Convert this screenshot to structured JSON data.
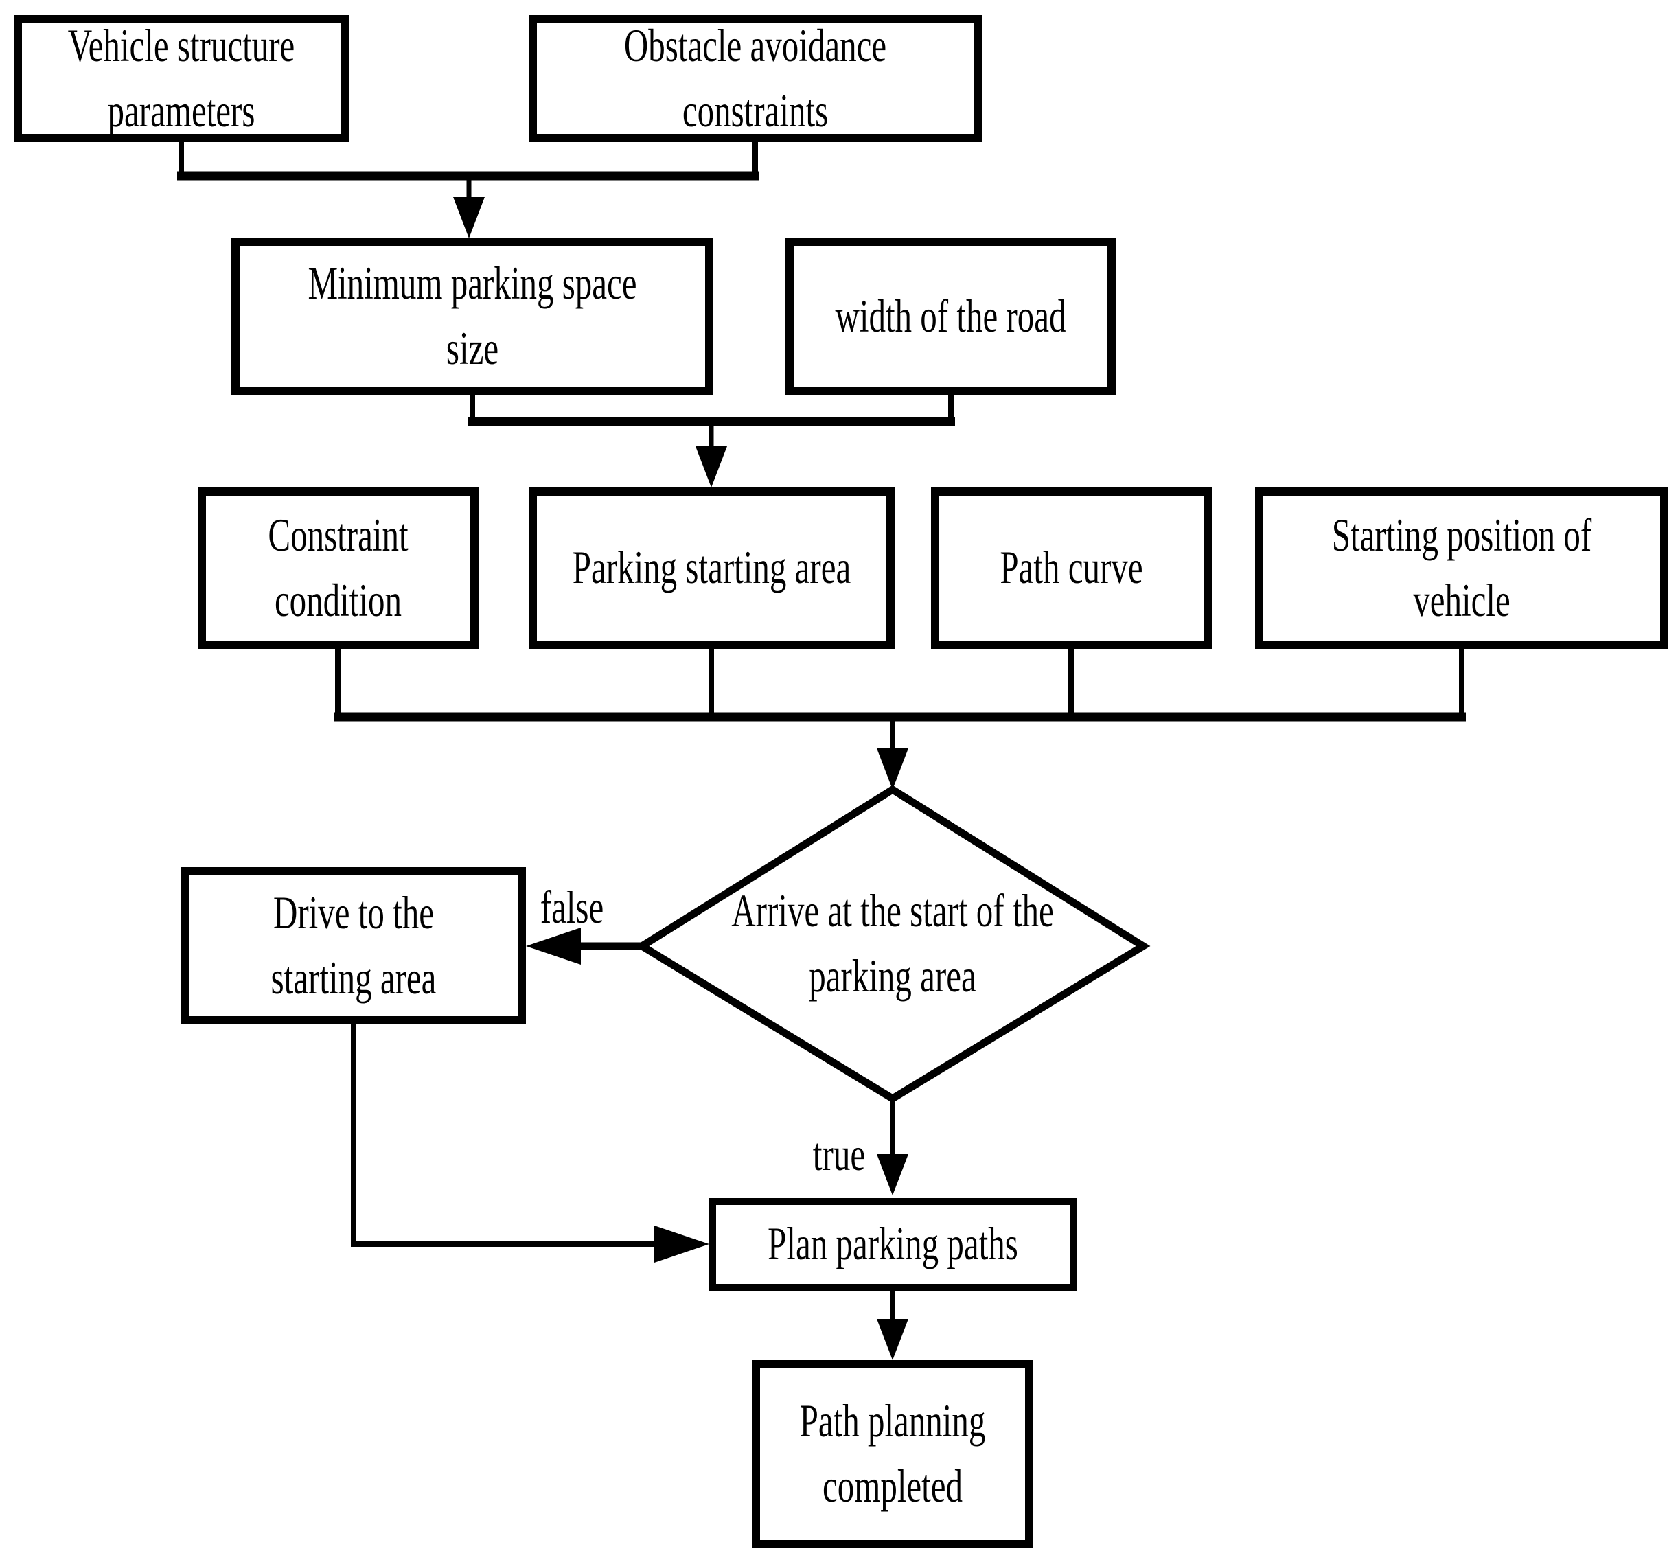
{
  "diagram": {
    "background_color": "#ffffff",
    "line_color": "#000000",
    "nodes": [
      {
        "id": "vehicle-structure-parameters",
        "shape": "rect",
        "lines": [
          "Vehicle structure",
          "parameters"
        ]
      },
      {
        "id": "obstacle-avoidance-constraints",
        "shape": "rect",
        "lines": [
          "Obstacle avoidance",
          "constraints"
        ]
      },
      {
        "id": "minimum-parking-space-size",
        "shape": "rect",
        "lines": [
          "Minimum parking space",
          "size"
        ]
      },
      {
        "id": "width-of-the-road",
        "shape": "rect",
        "lines": [
          "width of the road"
        ]
      },
      {
        "id": "constraint-condition",
        "shape": "rect",
        "lines": [
          "Constraint",
          "condition"
        ]
      },
      {
        "id": "parking-starting-area",
        "shape": "rect",
        "lines": [
          "Parking starting area"
        ]
      },
      {
        "id": "path-curve",
        "shape": "rect",
        "lines": [
          "Path curve"
        ]
      },
      {
        "id": "starting-position-of-vehicle",
        "shape": "rect",
        "lines": [
          "Starting position of",
          "vehicle"
        ]
      },
      {
        "id": "drive-to-the-starting-area",
        "shape": "rect",
        "lines": [
          "Drive to the",
          "starting area"
        ]
      },
      {
        "id": "plan-parking-paths",
        "shape": "rect",
        "lines": [
          "Plan parking paths"
        ]
      },
      {
        "id": "path-planning-completed",
        "shape": "rect",
        "lines": [
          "Path planning",
          "completed"
        ]
      }
    ],
    "decision": {
      "id": "arrive-at-start-of-parking-area",
      "shape": "diamond",
      "lines": [
        "Arrive at the start of the",
        "parking area"
      ]
    },
    "edge_labels": {
      "false": "false",
      "true": "true"
    }
  }
}
